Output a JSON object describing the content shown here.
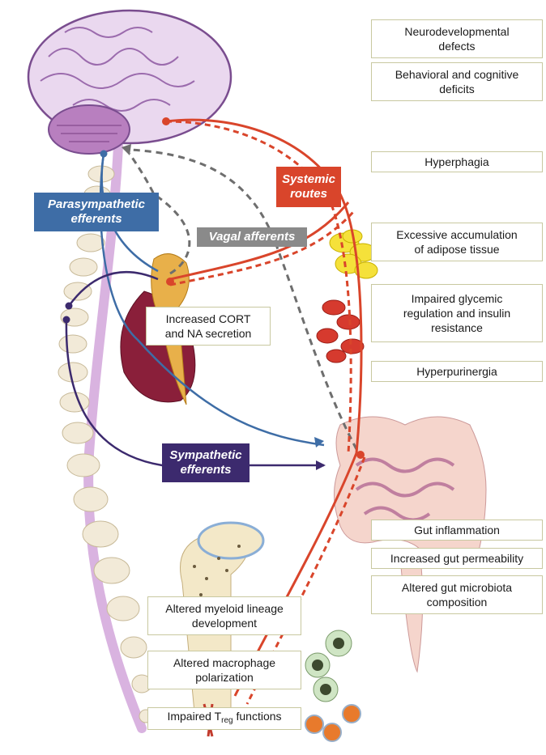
{
  "labels": {
    "systemic": "Systemic\nroutes",
    "parasympathetic": "Parasympathetic\nefferents",
    "vagal": "Vagal afferents",
    "sympathetic": "Sympathetic\nefferents"
  },
  "effects": {
    "neurodevelopmental": "Neurodevelopmental\ndefects",
    "behavioral": "Behavioral and cognitive\ndeficits",
    "hyperphagia": "Hyperphagia",
    "adipose": "Excessive accumulation\nof adipose tissue",
    "glycemic": "Impaired glycemic\nregulation and insulin\nresistance",
    "hyperpurinergia": "Hyperpurinergia",
    "gut_inflammation": "Gut inflammation",
    "gut_permeability": "Increased gut permeability",
    "microbiota": "Altered gut microbiota\ncomposition",
    "cort": "Increased CORT\nand NA secretion",
    "myeloid": "Altered myeloid lineage\ndevelopment",
    "macrophage": "Altered macrophage\npolarization",
    "treg_prefix": "Impaired T",
    "treg_sub": "reg",
    "treg_suffix": " functions"
  },
  "colors": {
    "systemic": "#d9452b",
    "parasympathetic": "#3e6da6",
    "vagal": "#8a8a8a",
    "sympathetic": "#3c2a6e",
    "box_border": "#c8c8a0"
  }
}
